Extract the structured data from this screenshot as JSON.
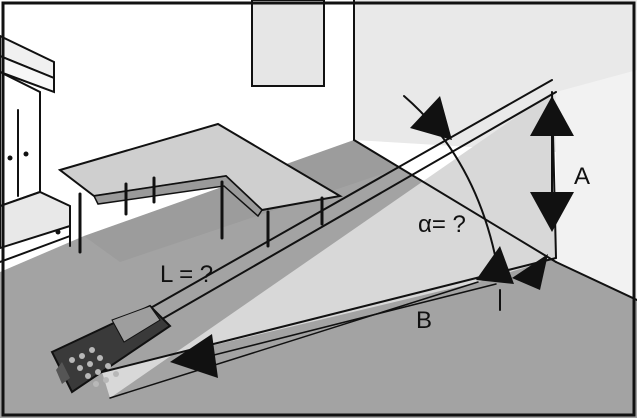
{
  "labels": {
    "length": "L = ?",
    "angle": "α= ?",
    "side_a": "A",
    "side_b": "B"
  },
  "colors": {
    "frame": "#111111",
    "floor": "#a3a3a3",
    "wall_dark": "#c4c4c4",
    "wall_light": "#f4f4f4",
    "measure_plane": "#d6d6d6",
    "device_body": "#3a3a3a",
    "ink": "#111111"
  }
}
